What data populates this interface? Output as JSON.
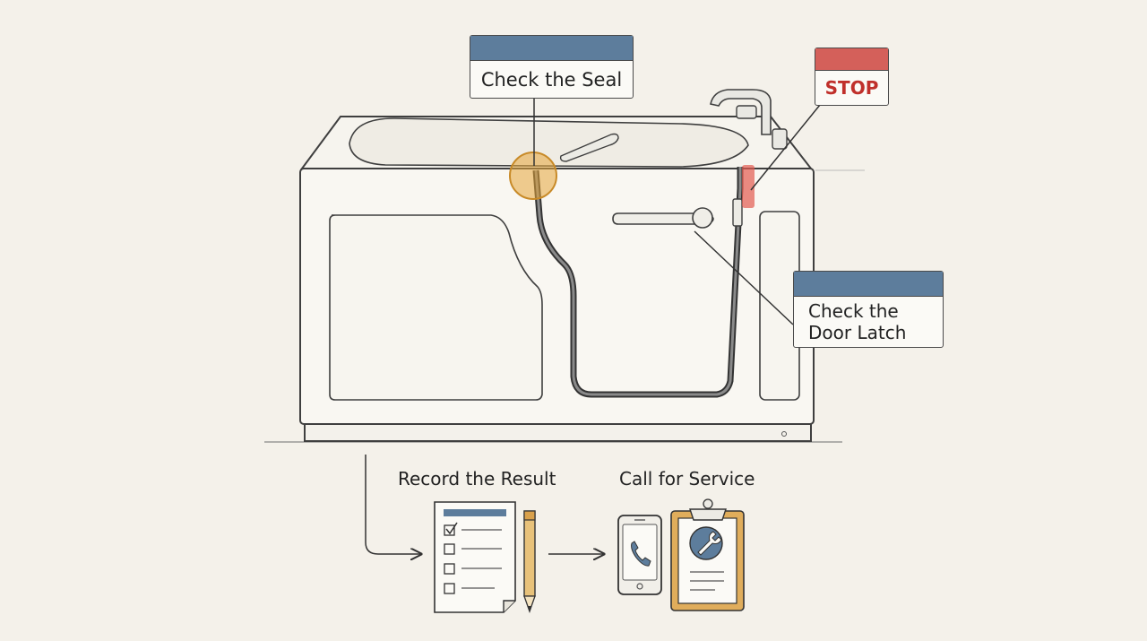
{
  "callouts": {
    "seal": {
      "text": "Check the Seal",
      "bar_color": "#5d7d9c"
    },
    "stop": {
      "text": "STOP",
      "bar_color": "#d4605a",
      "text_color": "#c0302b"
    },
    "latch": {
      "text": "Check the\nDoor Latch",
      "bar_color": "#5d7d9c"
    }
  },
  "steps": {
    "record": {
      "label": "Record the Result",
      "icons": [
        "checklist-icon",
        "pencil-icon"
      ]
    },
    "service": {
      "label": "Call for Service",
      "icons": [
        "phone-icon",
        "clipboard-wrench-icon"
      ]
    }
  },
  "colors": {
    "seal_highlight": "#e5a53a",
    "stop_highlight": "#e25a50",
    "clipboard": "#d9a14c",
    "phone_bar": "#5d7d9c"
  }
}
